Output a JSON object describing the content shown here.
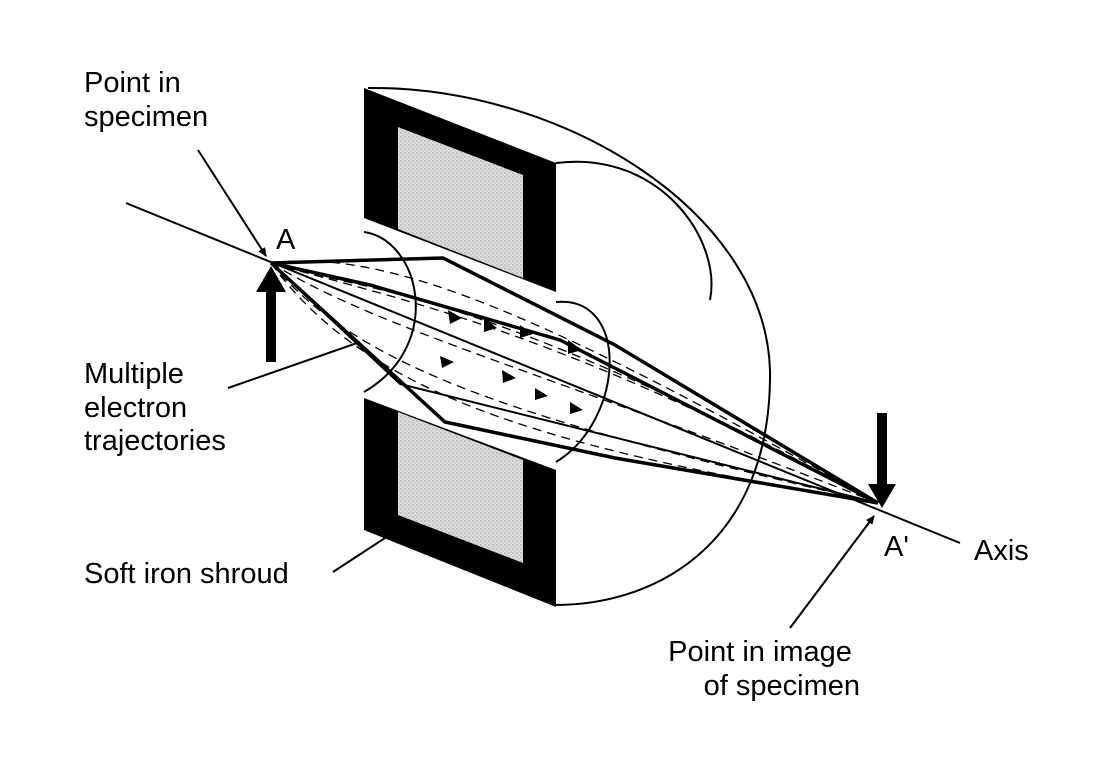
{
  "labels": {
    "point_in_specimen": [
      "Point in",
      "specimen"
    ],
    "point_a": "A",
    "multiple_trajectories": [
      "Multiple",
      "electron",
      "trajectories"
    ],
    "soft_iron_shroud": "Soft iron shroud",
    "point_a_prime": "A'",
    "axis": "Axis",
    "point_in_image": [
      "Point in image",
      "of specimen"
    ]
  },
  "colors": {
    "ink": "#000000",
    "coil_fill": "#d4d4d4",
    "background": "#ffffff"
  }
}
